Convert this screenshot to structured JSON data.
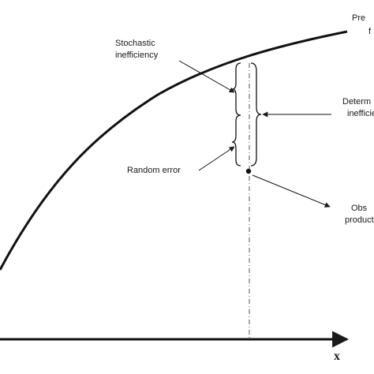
{
  "diagram": {
    "labels": {
      "frontier_line1": "Pre",
      "frontier_line2": "f",
      "stochastic_line1": "Stochastic",
      "stochastic_line2": "inefficiency",
      "deterministic_line1": "Determ",
      "deterministic_line2": "inefficie",
      "random_error": "Random error",
      "observed_line1": "Obs",
      "observed_line2": "product",
      "x_axis": "x"
    }
  }
}
